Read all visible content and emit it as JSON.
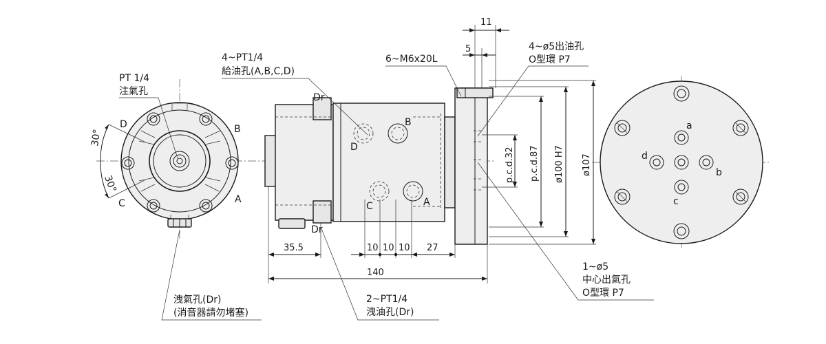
{
  "left_view": {
    "pt_label_1": "PT 1/4",
    "pt_label_2": "注氣孔",
    "port_D": "D",
    "port_B": "B",
    "port_C": "C",
    "port_A": "A",
    "angle_upper": "30°",
    "angle_lower": "30°",
    "drain_label_1": "洩氣孔(Dr)",
    "drain_label_2": "(消音器請勿堵塞)"
  },
  "side_view": {
    "supply_label_1": "4~PT1/4",
    "supply_label_2": "給油孔(A,B,C,D)",
    "dr_top": "Dr",
    "dr_bottom": "Dr",
    "port_B": "B",
    "port_D": "D",
    "port_C": "C",
    "port_A": "A",
    "dim_35_5": "35.5",
    "dim_10a": "10",
    "dim_10b": "10",
    "dim_10c": "10",
    "dim_27": "27",
    "dim_140": "140",
    "drain_oil_1": "2~PT1/4",
    "drain_oil_2": "洩油孔(Dr)",
    "screw_label": "6~M6x20L",
    "dim_11": "11",
    "dim_5": "5",
    "outlet_1": "4~ø5出油孔",
    "outlet_2": "O型環 P7",
    "pcd32": "p.c.d.32",
    "pcd87": "p.c.d.87",
    "d100": "ø100 H7",
    "d107": "ø107",
    "center_1": "1~ø5",
    "center_2": "中心出氣孔",
    "center_3": "O型環 P7"
  },
  "right_view": {
    "port_a": "a",
    "port_b": "b",
    "port_c": "c",
    "port_d": "d"
  }
}
